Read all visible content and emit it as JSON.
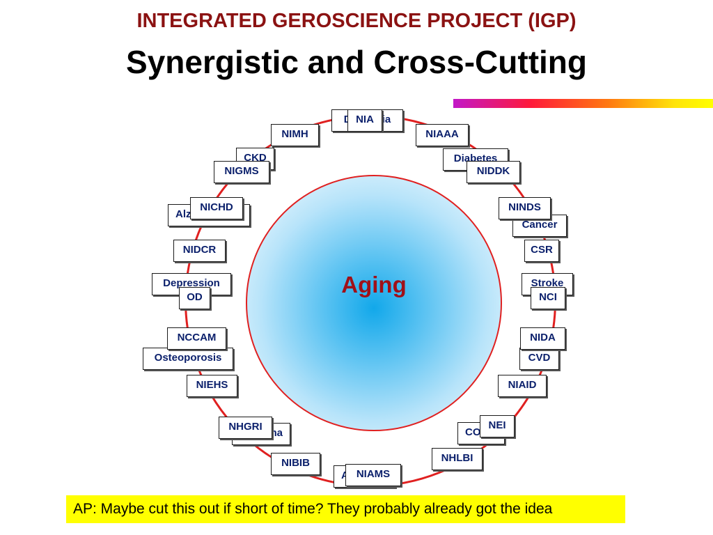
{
  "header": {
    "title": "INTEGRATED GEROSCIENCE PROJECT (IGP)",
    "subtitle": "Synergistic and Cross-Cutting"
  },
  "center": {
    "label": "Aging"
  },
  "diseases": [
    "Dementia",
    "Diabetes",
    "CKD",
    "Alzheimer's",
    "Cancer",
    "CSR",
    "Depression",
    "Stroke",
    "Osteoporosis",
    "CVD",
    "Asthma",
    "COPD",
    "Arthritis"
  ],
  "institutes": [
    "NIA",
    "NIMH",
    "NIAAA",
    "NIGMS",
    "NIDDK",
    "NICHD",
    "NINDS",
    "NIDCR",
    "OD",
    "NCI",
    "NCCAM",
    "NIDA",
    "NIEHS",
    "NIAID",
    "NHGRI",
    "NEI",
    "NIBIB",
    "NHLBI",
    "NIAMS"
  ],
  "note": {
    "text": "AP: Maybe cut this out if short of time? They probably already got the idea"
  },
  "colors": {
    "title": "#8b1212",
    "ring": "#e02020",
    "box_text": "#0a1f6b",
    "core_center": "#12a8ea",
    "note_bg": "#ffff00"
  }
}
